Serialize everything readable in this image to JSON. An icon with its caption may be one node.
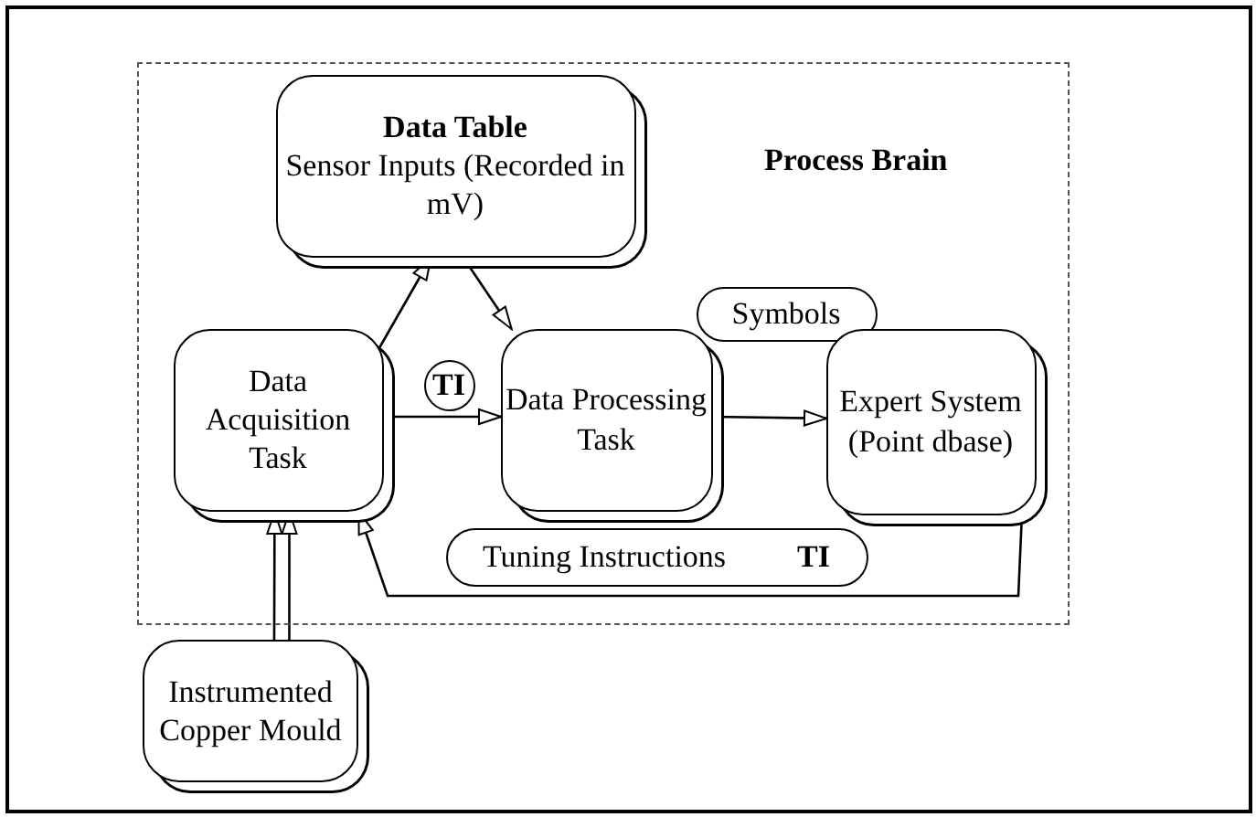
{
  "diagram": {
    "nodes": [
      {
        "text": [
          "Process Brain"
        ]
      },
      {
        "text": [
          "Data Table",
          "Sensor Inputs (Recorded in mV)"
        ],
        "in": 0
      },
      {
        "text": [
          "Symbols"
        ],
        "in": 0
      },
      {
        "text": [
          "Data Acquisition Task"
        ],
        "in": 0
      },
      {
        "text": [
          "TI"
        ],
        "in": 0
      },
      {
        "text": [
          "Data Processing Task"
        ],
        "in": 0
      },
      {
        "text": [
          "Expert System (Point dbase)"
        ],
        "in": 0
      },
      {
        "text": [
          "Tuning Instructions",
          "TI"
        ],
        "in": 0
      },
      {
        "text": [
          "Instrumented Copper Mould"
        ]
      }
    ],
    "edges": [
      {
        "from": 3,
        "to": 1,
        "arrow": "to"
      },
      {
        "from": 1,
        "to": 5,
        "arrow": "to"
      },
      {
        "from": 3,
        "to": 5,
        "arrow": "to"
      },
      {
        "from": 5,
        "to": 6,
        "arrow": "to"
      },
      {
        "from": 6,
        "to": 3,
        "arrow": "to"
      },
      {
        "from": 8,
        "to": 3,
        "arrow": "to"
      },
      {
        "from": 8,
        "to": 3,
        "arrow": "to"
      }
    ]
  }
}
